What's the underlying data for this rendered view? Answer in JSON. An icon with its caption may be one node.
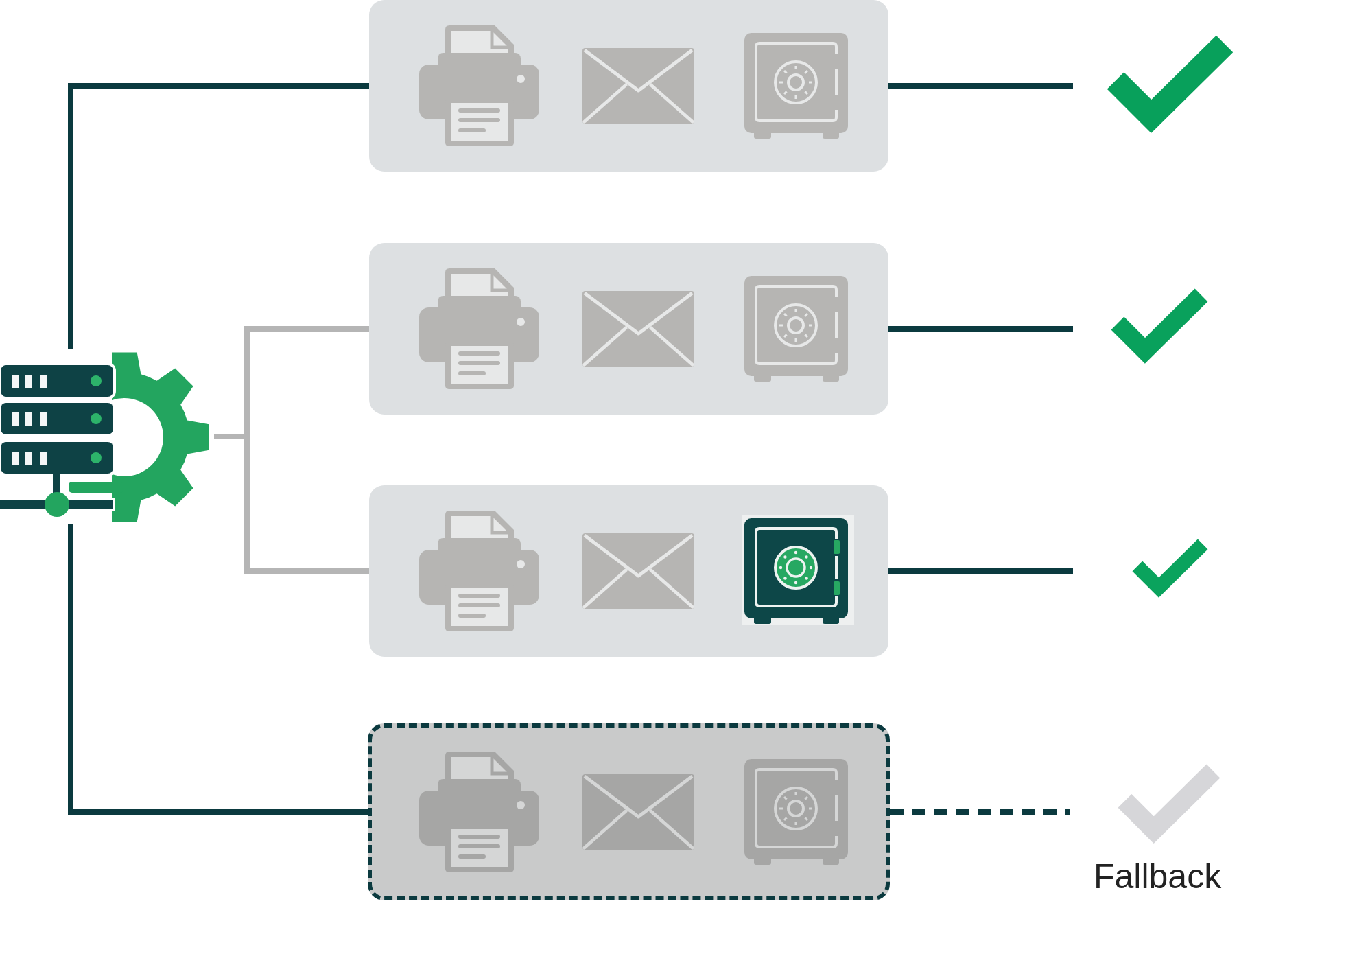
{
  "diagram": {
    "nodes": [
      {
        "text": [],
        "shape": "picture"
      },
      {
        "text": [],
        "shape": "box"
      },
      {
        "text": [],
        "shape": "box"
      },
      {
        "text": [],
        "shape": "box"
      },
      {
        "text": [],
        "shape": "box"
      },
      {
        "text": [],
        "shape": "picture"
      },
      {
        "text": [],
        "shape": "picture"
      },
      {
        "text": [],
        "shape": "picture"
      },
      {
        "text": [],
        "shape": "picture",
        "beside": [
          "Fallback"
        ]
      }
    ],
    "edges": [
      {
        "from": 0,
        "to": 1,
        "arrow": "none"
      },
      {
        "from": 0,
        "to": 2,
        "arrow": "none",
        "color": "#b5b5b5"
      },
      {
        "from": 0,
        "to": 3,
        "arrow": "none",
        "color": "#b5b5b5"
      },
      {
        "from": 0,
        "to": 4,
        "arrow": "none"
      },
      {
        "from": 1,
        "to": 5,
        "arrow": "none"
      },
      {
        "from": 2,
        "to": 6,
        "arrow": "none"
      },
      {
        "from": 3,
        "to": 7,
        "arrow": "none"
      },
      {
        "from": 4,
        "to": 8,
        "arrow": "none",
        "style": "dashed"
      }
    ]
  }
}
